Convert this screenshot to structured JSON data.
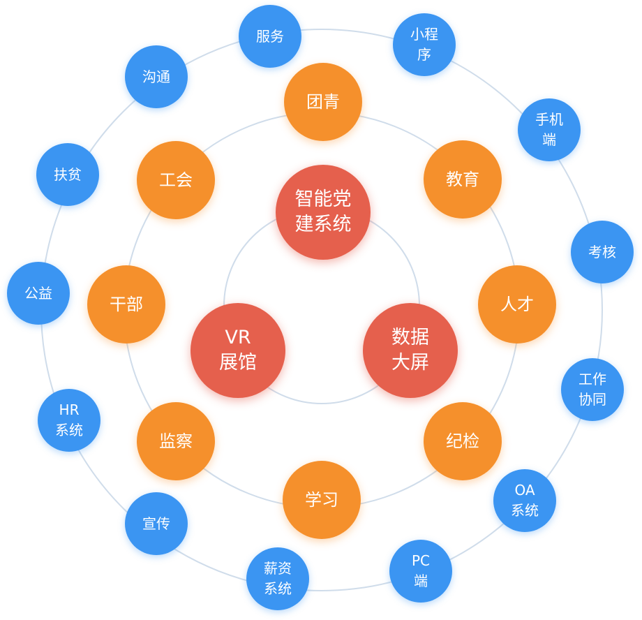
{
  "ring_color": "#cfdcea",
  "colors": {
    "core": "#e5604d",
    "middle": "#f5902c",
    "outer": "#3b95f2"
  },
  "core": [
    {
      "id": "core-zhineng-dangjian",
      "lines": [
        "智能党",
        "建系统"
      ]
    },
    {
      "id": "core-vr-zhanguan",
      "lines": [
        "VR",
        "展馆"
      ]
    },
    {
      "id": "core-shuju-dapin",
      "lines": [
        "数据",
        "大屏"
      ]
    }
  ],
  "middle": [
    {
      "id": "tuanqing",
      "lines": [
        "团青"
      ]
    },
    {
      "id": "jiaoyu",
      "lines": [
        "教育"
      ]
    },
    {
      "id": "rencai",
      "lines": [
        "人才"
      ]
    },
    {
      "id": "jijian",
      "lines": [
        "纪检"
      ]
    },
    {
      "id": "xuexi",
      "lines": [
        "学习"
      ]
    },
    {
      "id": "jiancha",
      "lines": [
        "监察"
      ]
    },
    {
      "id": "ganbu",
      "lines": [
        "干部"
      ]
    },
    {
      "id": "gonghui",
      "lines": [
        "工会"
      ]
    }
  ],
  "outer": [
    {
      "id": "fuwu",
      "lines": [
        "服务"
      ]
    },
    {
      "id": "xiaochengxu",
      "lines": [
        "小程",
        "序"
      ]
    },
    {
      "id": "shoujiduan",
      "lines": [
        "手机",
        "端"
      ]
    },
    {
      "id": "kaohe",
      "lines": [
        "考核"
      ]
    },
    {
      "id": "gongzuo-xietong",
      "lines": [
        "工作",
        "协同"
      ]
    },
    {
      "id": "oa-xitong",
      "lines": [
        "OA",
        "系统"
      ]
    },
    {
      "id": "pc-duan",
      "lines": [
        "PC",
        "端"
      ]
    },
    {
      "id": "xinzi-xitong",
      "lines": [
        "薪资",
        "系统"
      ]
    },
    {
      "id": "xuanchuan",
      "lines": [
        "宣传"
      ]
    },
    {
      "id": "hr-xitong",
      "lines": [
        "HR",
        "系统"
      ]
    },
    {
      "id": "gongyi",
      "lines": [
        "公益"
      ]
    },
    {
      "id": "fupin",
      "lines": [
        "扶贫"
      ]
    },
    {
      "id": "goutong",
      "lines": [
        "沟通"
      ]
    }
  ]
}
